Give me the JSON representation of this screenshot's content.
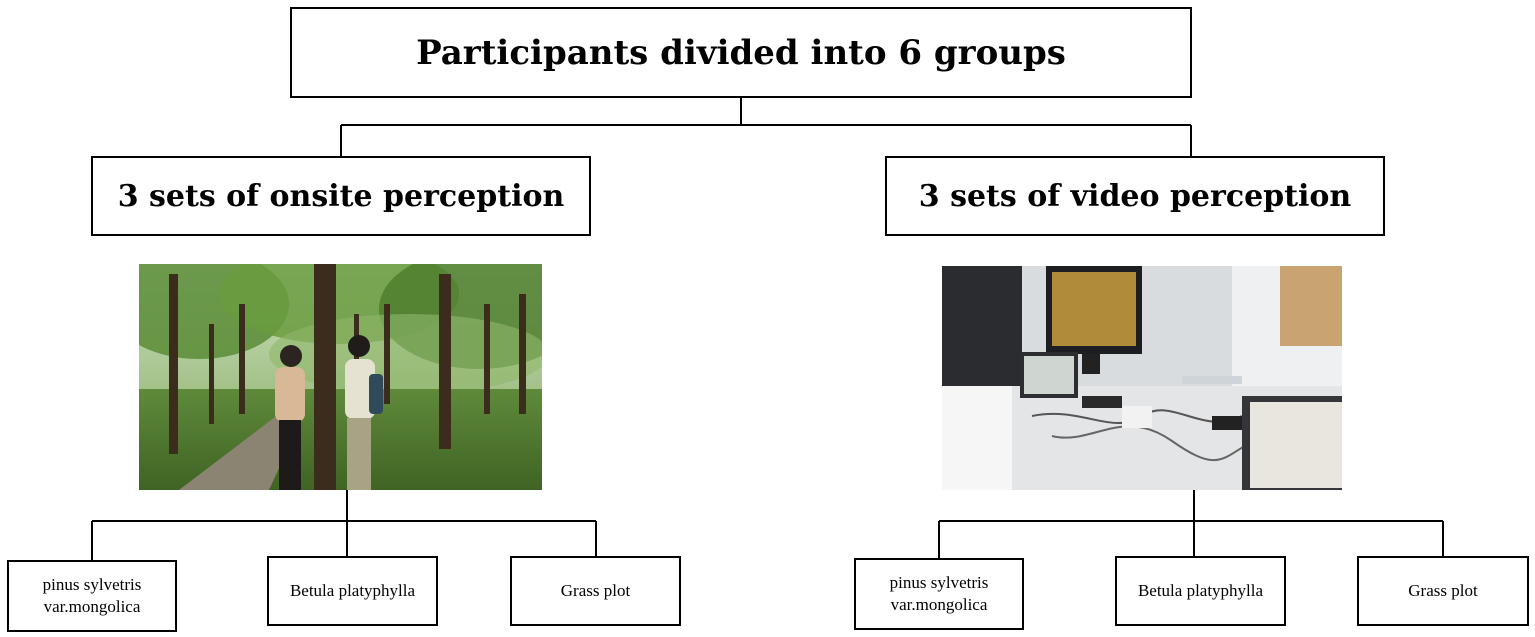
{
  "root": {
    "label": "Participants divided into 6 groups"
  },
  "left": {
    "label": "3 sets of onsite perception",
    "photo": "onsite-forest-photo",
    "leaves": [
      "pinus sylvetris var.mongolica",
      "Betula platyphylla",
      "Grass plot"
    ]
  },
  "right": {
    "label": "3 sets of video perception",
    "photo": "lab-video-photo",
    "leaves": [
      "pinus sylvetris var.mongolica",
      "Betula platyphylla",
      "Grass plot"
    ]
  }
}
